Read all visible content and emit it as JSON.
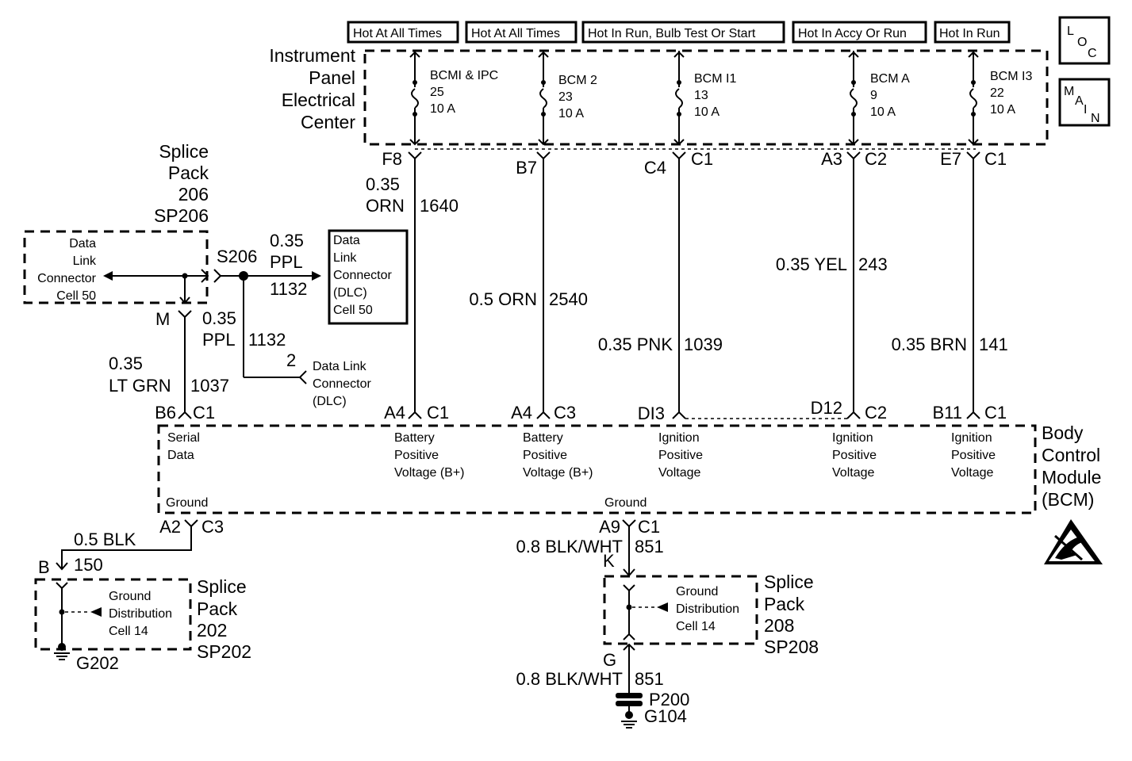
{
  "labels": {
    "hot_all_times_1": "Hot At All Times",
    "hot_all_times_2": "Hot At All Times",
    "hot_run_bulb_start": "Hot In Run, Bulb Test Or Start",
    "hot_accy_run": "Hot In Accy Or Run",
    "hot_run": "Hot In Run",
    "loc": [
      "L",
      "O",
      "C"
    ],
    "main": [
      "M",
      "A",
      "I",
      "N"
    ]
  },
  "ipec": {
    "title": [
      "Instrument",
      "Panel",
      "Electrical",
      "Center"
    ],
    "fuses": [
      {
        "name": "BCMI & IPC",
        "number": "25",
        "rating": "10 A"
      },
      {
        "name": "BCM  2",
        "number": "23",
        "rating": "10 A"
      },
      {
        "name": "BCM I1",
        "number": "13",
        "rating": "10 A"
      },
      {
        "name": "BCM  A",
        "number": "9",
        "rating": "10 A"
      },
      {
        "name": "BCM I3",
        "number": "22",
        "rating": "10 A"
      }
    ],
    "connectors_top": [
      {
        "pin": "F8",
        "conn": ""
      },
      {
        "pin": "B7",
        "conn": ""
      },
      {
        "pin": "C4",
        "conn": "C1"
      },
      {
        "pin": "A3",
        "conn": "C2"
      },
      {
        "pin": "E7",
        "conn": "C1"
      }
    ]
  },
  "wires": [
    {
      "gauge": "0.35",
      "color": "ORN",
      "circuit": "1640"
    },
    {
      "label": "0.5 ORN",
      "circuit": "2540"
    },
    {
      "label": "0.35 PNK",
      "circuit": "1039"
    },
    {
      "label": "0.35 YEL",
      "circuit": "243"
    },
    {
      "label": "0.35 BRN",
      "circuit": "141"
    }
  ],
  "splice206": {
    "title": [
      "Splice",
      "Pack",
      "206",
      "SP206"
    ],
    "dlc_cell": [
      "Data",
      "Link",
      "Connector",
      "Cell 50"
    ],
    "splice": "S206",
    "pin_m": "M",
    "wire_a_gauge": "0.35",
    "wire_a_color": "PPL",
    "wire_a_circuit": "1132",
    "wire_b_gauge": "0.35",
    "wire_b_color": "PPL",
    "wire_b_circuit": "1132",
    "wire_c_gauge": "0.35",
    "wire_c_label": "LT GRN",
    "wire_c_circuit": "1037",
    "dlc_box": [
      "Data",
      "Link",
      "Connector",
      "(DLC)",
      "Cell 50"
    ],
    "dlc_pin": "2",
    "dlc2": [
      "Data Link",
      "Connector",
      "(DLC)"
    ]
  },
  "bcm": {
    "title": [
      "Body",
      "Control",
      "Module",
      "(BCM)"
    ],
    "connectors": [
      {
        "pin": "B6",
        "conn": "C1"
      },
      {
        "pin": "A4",
        "conn": "C1"
      },
      {
        "pin": "A4",
        "conn": "C3"
      },
      {
        "pin": "DI3",
        "conn": ""
      },
      {
        "pin": "D12",
        "conn": "C2"
      },
      {
        "pin": "B11",
        "conn": "C1"
      }
    ],
    "functions": [
      [
        "Serial",
        "Data"
      ],
      [
        "Battery",
        "Positive",
        "Voltage (B+)"
      ],
      [
        "Battery",
        "Positive",
        "Voltage (B+)"
      ],
      [
        "Ignition",
        "Positive",
        "Voltage"
      ],
      [
        "Ignition",
        "Positive",
        "Voltage"
      ],
      [
        "Ignition",
        "Positive",
        "Voltage"
      ]
    ],
    "ground1": "Ground",
    "ground2": "Ground"
  },
  "ground_left": {
    "pin": "A2",
    "conn": "C3",
    "wire": "0.5 BLK",
    "pin_b": "B",
    "circuit": "150",
    "cell": [
      "Ground",
      "Distribution",
      "Cell 14"
    ],
    "splice": [
      "Splice",
      "Pack",
      "202",
      "SP202"
    ],
    "ground": "G202"
  },
  "ground_right": {
    "pin": "A9",
    "conn": "C1",
    "wire1": "0.8 BLK/WHT",
    "circuit1": "851",
    "pin_k": "K",
    "cell": [
      "Ground",
      "Distribution",
      "Cell 14"
    ],
    "splice": [
      "Splice",
      "Pack",
      "208",
      "SP208"
    ],
    "pin_g": "G",
    "wire2": "0.8 BLK/WHT",
    "circuit2": "851",
    "p200": "P200",
    "ground": "G104"
  }
}
